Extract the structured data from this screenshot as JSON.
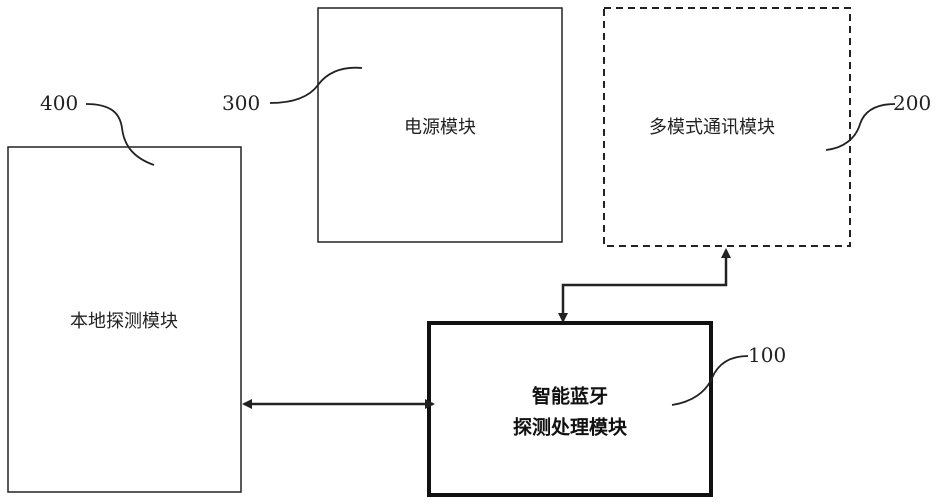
{
  "blocks": {
    "power": {
      "label": "电源模块"
    },
    "comm": {
      "label": "多模式通讯模块"
    },
    "local": {
      "label": "本地探测模块"
    },
    "main": {
      "label_line1": "智能蓝牙",
      "label_line2": "探测处理模块"
    }
  },
  "refs": {
    "r100": "100",
    "r200": "200",
    "r300": "300",
    "r400": "400"
  },
  "style": {
    "line_color": "#222222"
  }
}
